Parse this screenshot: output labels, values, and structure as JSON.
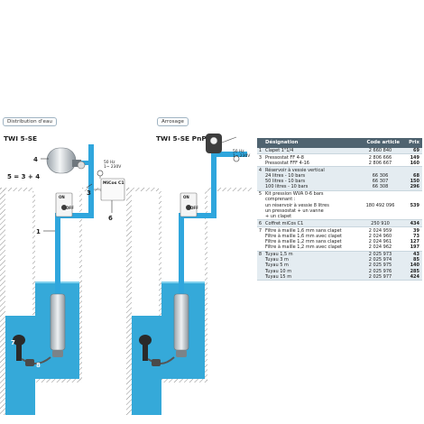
{
  "left_system": {
    "tag": "Distribution d'eau",
    "title": "TWI 5-SE",
    "formula": "5 = 3 + 4",
    "power_label": [
      "50 Hz",
      "1~ 230V"
    ],
    "controller": "MiCos C1",
    "switch_on": "ON",
    "switch_off": "OFF",
    "numbers": [
      "1",
      "3",
      "4",
      "6",
      "7",
      "8"
    ]
  },
  "right_system": {
    "tag": "Arrosage",
    "title": "TWI 5-SE PnP",
    "power_label": [
      "50 Hz",
      "1~ 230V"
    ],
    "switch_on": "ON",
    "switch_off": "OFF"
  },
  "table": {
    "headers": {
      "designation": "Désignation",
      "code": "Code article",
      "price": "Prix"
    },
    "rows": [
      {
        "no": "1",
        "designation": [
          "Clapet 1\"1/4"
        ],
        "codes": [
          "2 660 840"
        ],
        "prices": [
          "69"
        ]
      },
      {
        "no": "3",
        "designation": [
          "Pressostat FF 4-8",
          "Pressostat FFF 4-16"
        ],
        "codes": [
          "2 806 666",
          "2 806 667"
        ],
        "prices": [
          "149",
          "160"
        ]
      },
      {
        "no": "4",
        "designation": [
          "Réservoir à vessie vertical",
          "24 litres - 10 bars",
          "50 litres - 10 bars",
          "100 litres - 10 bars"
        ],
        "codes": [
          "",
          "66 306",
          "66 307",
          "66 308"
        ],
        "prices": [
          "",
          "68",
          "150",
          "296"
        ]
      },
      {
        "no": "5",
        "designation": [
          "Kit pression WVA 0-6 bars",
          "comprenant :",
          "un réservoir à vessie 8 litres",
          "un pressostat + un vanne",
          "+ un clapet"
        ],
        "codes": [
          "",
          "",
          "180 492 096",
          "",
          ""
        ],
        "prices": [
          "",
          "",
          "539",
          "",
          ""
        ]
      },
      {
        "no": "6",
        "designation": [
          "Coffret miCos C1"
        ],
        "codes": [
          "250 910"
        ],
        "prices": [
          "434"
        ]
      },
      {
        "no": "7",
        "designation": [
          "Filtre à maille 1,6 mm sans clapet",
          "Filtre à maille 1,6 mm avec clapet",
          "Filtre à maille 1,2 mm sans clapet",
          "Filtre à maille 1,2 mm avec clapet"
        ],
        "codes": [
          "2 024 959",
          "2 024 960",
          "2 024 961",
          "2 024 962"
        ],
        "prices": [
          "39",
          "73",
          "127",
          "197"
        ]
      },
      {
        "no": "8",
        "designation": [
          "Tuyau 1,5 m",
          "Tuyau 3 m",
          "Tuyau 5 m",
          "Tuyau 10 m",
          "Tuyau 15 m"
        ],
        "codes": [
          "2 025 973",
          "2 025 974",
          "2 025 975",
          "2 025 976",
          "2 025 977"
        ],
        "prices": [
          "43",
          "85",
          "140",
          "285",
          "424"
        ]
      }
    ]
  },
  "colors": {
    "water": "#35a9d9",
    "water_dark": "#2a93c4",
    "pipe": "#2fa6dd",
    "header": "#4f6370",
    "row_shade": "#e4ecf1",
    "ground": "#8c8c8c",
    "pump": "#c9ced3"
  }
}
